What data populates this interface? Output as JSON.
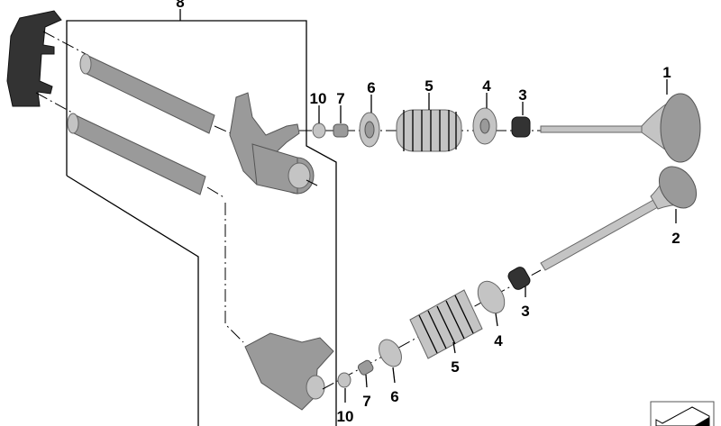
{
  "diagram": {
    "callouts": {
      "p1": "1",
      "p2": "2",
      "p3_top": "3",
      "p3_bottom": "3",
      "p4_top": "4",
      "p4_bottom": "4",
      "p5_top": "5",
      "p5_bottom": "5",
      "p6_top": "6",
      "p6_bottom": "6",
      "p7_top": "7",
      "p7_bottom": "7",
      "p10_top": "10",
      "p10_bottom": "10",
      "p8": "8"
    },
    "colors": {
      "part": "#9a9a9a",
      "part_light": "#c4c4c4",
      "clip": "#333333",
      "line": "#000000"
    }
  }
}
